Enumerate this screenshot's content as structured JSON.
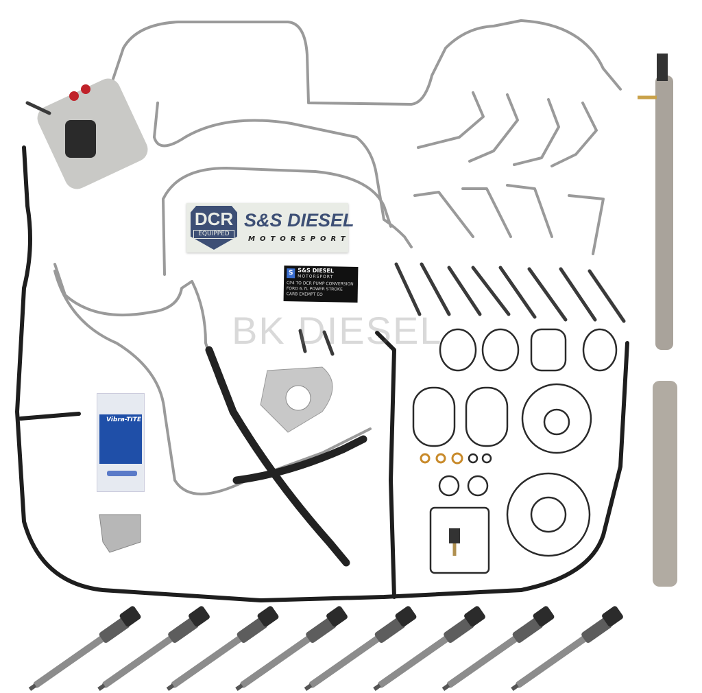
{
  "watermark": "BK DIESEL",
  "decal": {
    "badge_text": "DCR",
    "badge_subtext": "EQUIPPED",
    "brand": "S&S DIESEL",
    "tagline": "MOTORSPORT"
  },
  "card": {
    "brand": "S&S DIESEL",
    "tagline": "MOTORSPORT",
    "lines": [
      "CP4 TO DCR PUMP CONVERSION",
      "FORD 6.7L POWER STROKE",
      "CARB EXEMPT EO"
    ]
  },
  "packet": {
    "product_name": "Vibra-TITE"
  },
  "colors": {
    "decal_blue": "#3d4f75",
    "packet_blue": "#1f4fa8",
    "hose": "#1e1e1e",
    "steel": "#9a9a9a"
  },
  "injector_count": 8
}
